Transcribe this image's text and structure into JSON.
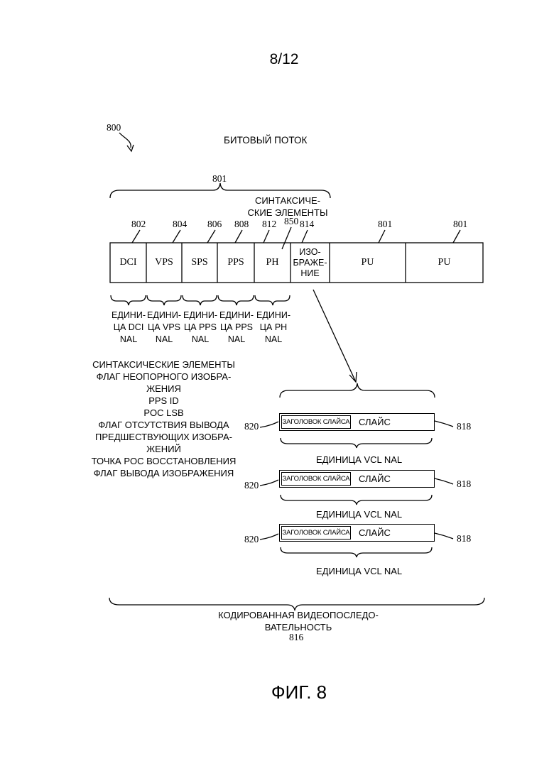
{
  "page_number": "8/12",
  "figure_label": "ФИГ. 8",
  "ref_main": "800",
  "bitstream_title": "БИТОВЫЙ ПОТОК",
  "brace_top_ref": "801",
  "syntax_elements_label": [
    "СИНТАКСИЧЕ-",
    "СКИЕ ЭЛЕМЕНТЫ"
  ],
  "cells": [
    {
      "label": "DCI",
      "ref": "802"
    },
    {
      "label": "VPS",
      "ref": "804"
    },
    {
      "label": "SPS",
      "ref": "806"
    },
    {
      "label": "PPS",
      "ref": "808"
    },
    {
      "label": "PH",
      "ref": "812"
    },
    {
      "label_lines": [
        "ИЗО-",
        "БРАЖЕ-",
        "НИЕ"
      ],
      "ref": "814"
    },
    {
      "label": "PU",
      "ref": "801"
    },
    {
      "label": "PU",
      "ref": "801"
    }
  ],
  "ph_pointer_ref": "850",
  "nal_units": [
    [
      "ЕДИНИ-",
      "ЦА DCI",
      "NAL"
    ],
    [
      "ЕДИНИ-",
      "ЦА VPS",
      "NAL"
    ],
    [
      "ЕДИНИ-",
      "ЦА PPS",
      "NAL"
    ],
    [
      "ЕДИНИ-",
      "ЦА PPS",
      "NAL"
    ],
    [
      "ЕДИНИ-",
      "ЦА PH",
      "NAL"
    ]
  ],
  "syntax_list": [
    "СИНТАКСИЧЕСКИЕ ЭЛЕМЕНТЫ",
    "ФЛАГ НЕОПОРНОГО ИЗОБРА-",
    "ЖЕНИЯ",
    "PPS ID",
    "POC LSB",
    "ФЛАГ ОТСУТСТВИЯ ВЫВОДА",
    "ПРЕДШЕСТВУЮЩИХ ИЗОБРА-",
    "ЖЕНИЙ",
    "ТОЧКА POC ВОССТАНОВЛЕНИЯ",
    "ФЛАГ ВЫВОДА ИЗОБРАЖЕНИЯ"
  ],
  "slices": [
    {
      "header": "ЗАГОЛОВОК СЛАЙСА",
      "label": "СЛАЙС",
      "left_ref": "820",
      "right_ref": "818",
      "unit_label": "ЕДИНИЦА VCL NAL"
    },
    {
      "header": "ЗАГОЛОВОК СЛАЙСА",
      "label": "СЛАЙС",
      "left_ref": "820",
      "right_ref": "818",
      "unit_label": "ЕДИНИЦА VCL NAL"
    },
    {
      "header": "ЗАГОЛОВОК СЛАЙСА",
      "label": "СЛАЙС",
      "left_ref": "820",
      "right_ref": "818",
      "unit_label": "ЕДИНИЦА VCL NAL"
    }
  ],
  "coded_sequence_label": [
    "КОДИРОВАННАЯ ВИДЕОПОСЛЕДО-",
    "ВАТЕЛЬНОСТЬ"
  ],
  "coded_sequence_ref": "816"
}
